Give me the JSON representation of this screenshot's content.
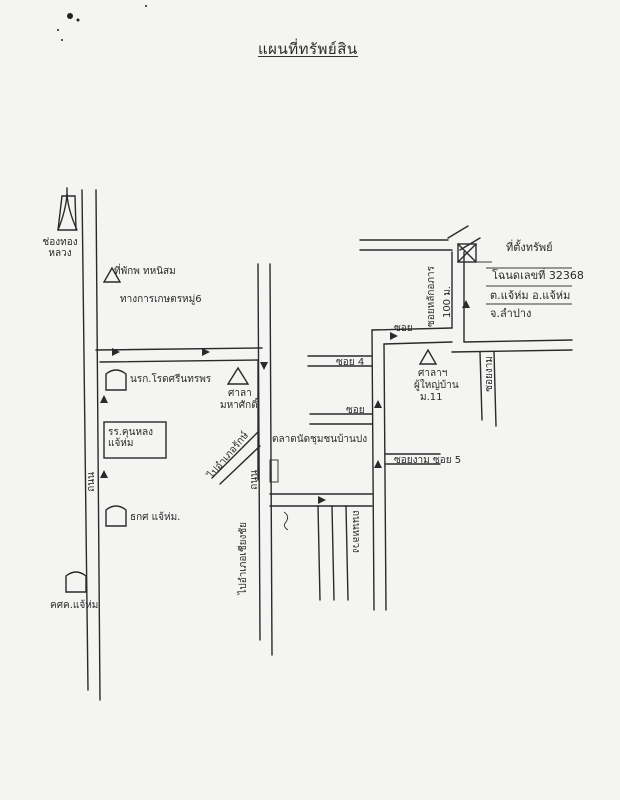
{
  "title": "แผนที่ทรัพย์สิน",
  "labels": {
    "temple_top": "ช่องทอง หลวง",
    "pavilion": "ที่พักพ ทหนิสม",
    "pavilion_sub": "ทางการเกษตรหมู่6",
    "school": "นรก.โรดศรีนทรพร",
    "hall": "ศาลา",
    "hall_sub": "มหาศักดิ์",
    "farm_box": "รร.คุนหลง แจ้ห่ม",
    "village_road": "ถนน",
    "farm2": "ธกศ แจ้ห่ม.",
    "bottom_left": "คศค.แจ้ห่ม",
    "diag_road": "ไปอำเภอรักษ์",
    "road_vert1": "ถนน",
    "market": "ตลาดนัดชุมชนบ้านปง",
    "to_city": "ไปอำเภอเชียงชัย",
    "road_label2": "ถนนหลวง",
    "soi4": "ซอย 4",
    "soi4c": "ซอย",
    "hall2": "ศาลาฯ",
    "hall2_sub": "ผู้ใหญ่บ้าน",
    "hall2_sub2": "ม.11",
    "soi_lower": "ซอยงาม ซอย 5",
    "soi_top": "ซอย",
    "soi_vertical": "ซอยหลักอภาร",
    "dist": "100 ม.",
    "right_vert": "ซอยงาม",
    "property_title": "ที่ตั้งทรัพย์",
    "deed": "โฉนดเลขที่ 32368",
    "district": "ต.แจ้ห่ม อ.แจ้ห่ม",
    "province": "จ.ลำปาง"
  },
  "colors": {
    "ink": "#2a2a2a",
    "paper": "#f4f4f2"
  }
}
